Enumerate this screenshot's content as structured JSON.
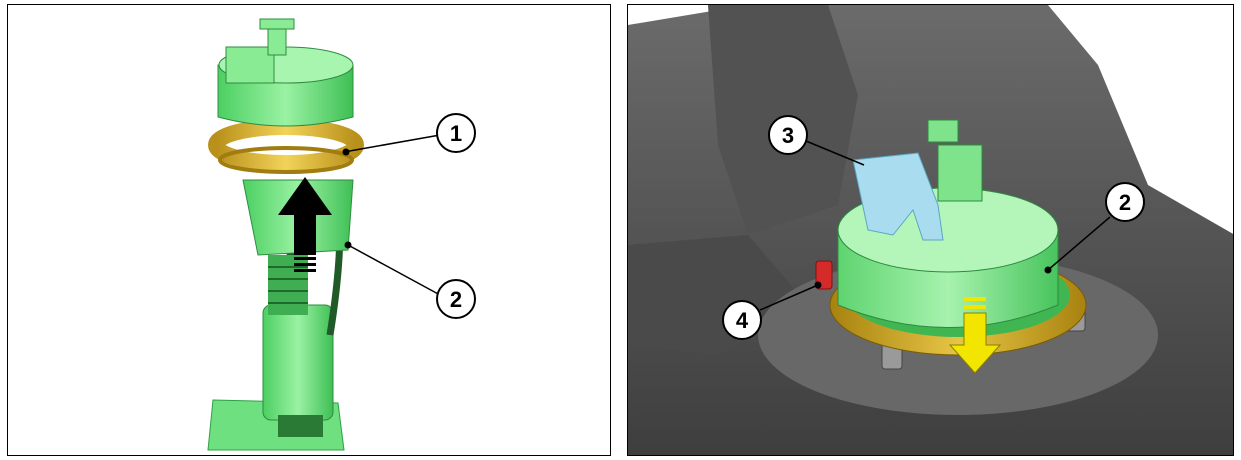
{
  "figure": {
    "left_panel": {
      "callouts": [
        {
          "id": "callout-1",
          "label": "1"
        },
        {
          "id": "callout-2",
          "label": "2"
        }
      ]
    },
    "right_panel": {
      "callouts": [
        {
          "id": "callout-3",
          "label": "3"
        },
        {
          "id": "callout-2",
          "label": "2"
        },
        {
          "id": "callout-4",
          "label": "4"
        }
      ]
    },
    "colors": {
      "pump_green": "#7de88a",
      "pump_green_dark": "#3fbf55",
      "seal_ring": "#d9b42a",
      "tank_gray": "#5a5a5a",
      "clip_blue": "#a9dcef",
      "marker_red": "#d42a2a",
      "arrow_yellow": "#f2e600",
      "arrow_black": "#000000"
    }
  }
}
